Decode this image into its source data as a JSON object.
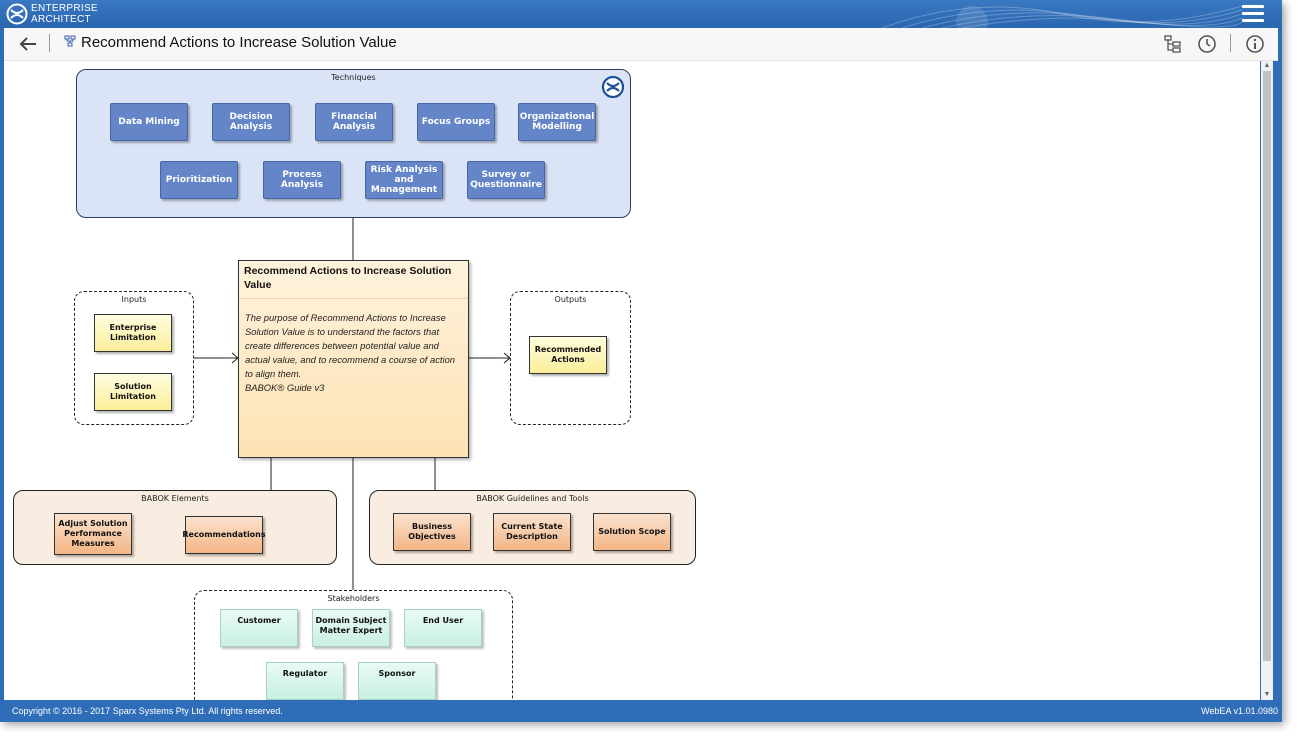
{
  "app": {
    "brand_line1": "ENTERPRISE",
    "brand_line2": "ARCHITECT",
    "logo_icon": "sparx-logo-icon",
    "menu_icon": "hamburger-menu-icon"
  },
  "header": {
    "title": "Recommend Actions to Increase Solution Value",
    "back_icon": "back-arrow-icon",
    "diagram_icon": "diagram-icon",
    "toolbar_icons": [
      "browser-tree-icon",
      "history-clock-icon",
      "info-icon"
    ]
  },
  "diagram": {
    "techniques": {
      "title": "Techniques",
      "items": [
        "Data Mining",
        "Decision Analysis",
        "Financial Analysis",
        "Focus Groups",
        "Organizational Modelling",
        "Prioritization",
        "Process Analysis",
        "Risk Analysis and Management",
        "Survey or Questionnaire"
      ]
    },
    "main": {
      "title": "Recommend Actions to Increase Solution Value",
      "description": "The purpose of Recommend Actions to Increase Solution Value is to understand the factors that create differences between potential value and actual value, and to recommend a course of action to align them.",
      "source": "BABOK® Guide v3"
    },
    "inputs": {
      "title": "Inputs",
      "items": [
        "Enterprise Limitation",
        "Solution Limitation"
      ]
    },
    "outputs": {
      "title": "Outputs",
      "items": [
        "Recommended Actions"
      ]
    },
    "babok_elements": {
      "title": "BABOK Elements",
      "items": [
        "Adjust Solution Performance Measures",
        "Recommendations"
      ]
    },
    "guidelines": {
      "title": "BABOK Guidelines and Tools",
      "items": [
        "Business Objectives",
        "Current State Description",
        "Solution Scope"
      ]
    },
    "stakeholders": {
      "title": "Stakeholders",
      "items": [
        "Customer",
        "Domain Subject Matter Expert",
        "End User",
        "Regulator",
        "Sponsor"
      ]
    }
  },
  "footer": {
    "copyright": "Copyright © 2016 - 2017 Sparx Systems Pty Ltd. All rights reserved.",
    "version": "WebEA v1.01.0980"
  },
  "colors": {
    "frame_blue": "#2f6db8",
    "technique_box": "#6585c9",
    "technique_group": "#dbe4f6",
    "main_box": "#fde8c2",
    "input_box": "#fbee99",
    "orange_box": "#f3b585",
    "stakeholder_box": "#d4f3ea"
  }
}
